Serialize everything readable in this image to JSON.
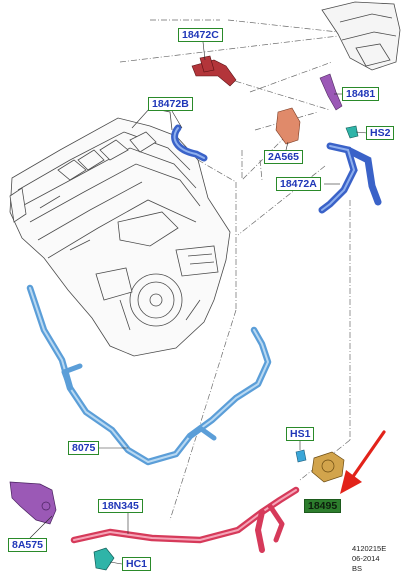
{
  "callouts": {
    "c18472C": "18472C",
    "c18472B": "18472B",
    "c18481": "18481",
    "cHS2": "HS2",
    "c2A565": "2A565",
    "c18472A": "18472A",
    "c8075": "8075",
    "cHS1": "HS1",
    "c18495": "18495",
    "c18N345": "18N345",
    "c8A575": "8A575",
    "cHC1": "HC1"
  },
  "footer": {
    "line1": "4120215E",
    "line2": "06-2014",
    "line3": "BS"
  },
  "colors": {
    "callout_border": "#2a8a2a",
    "callout_text": "#1f36b8",
    "highlight_fill": "#2d7d2d",
    "hose_upper": "#3a62c8",
    "hose_lower": "#5b9ed8",
    "hose_bottom": "#d63a5a",
    "pointer_arrow": "#e2231a",
    "bracket_purple": "#9b59b6",
    "bracket_orange": "#e08a6a",
    "connector_red": "#b3353a"
  }
}
